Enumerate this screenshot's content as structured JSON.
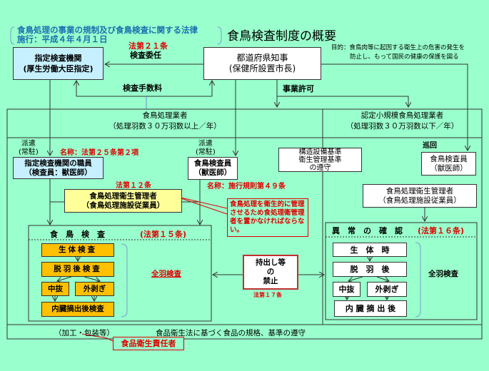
{
  "law": {
    "name": "食鳥処理の事業の規制及び食鳥検査に関する法律",
    "enforcement": "施行：平成４年４月１日"
  },
  "title": "食鳥検査制度の概要",
  "purpose": {
    "line1": "目的：食鳥肉等に起因する衛生上の危害の発生を",
    "line2": "防止し、もって国民の健康の保護を図る"
  },
  "delegation": {
    "law": "法第２１条",
    "label": "検査委任"
  },
  "designated_agency": {
    "name": "指定検査機関",
    "sub": "(厚生労働大臣指定)"
  },
  "governor": {
    "name": "都道府県知事",
    "sub": "(保健所設置市長)"
  },
  "fee_label": "検査手数料",
  "permit_label": "事業許可",
  "large_processor": {
    "name": "食鳥処理業者",
    "sub": "（処理羽数３０万羽数以上／年）"
  },
  "small_processor": {
    "name": "認定小規模食鳥処理業者",
    "sub": "（処理羽数３０万羽数以下／年）"
  },
  "dispatch_left": {
    "line1": "派遣",
    "line2": "(常駐)"
  },
  "dispatch_mid": {
    "line1": "派遣",
    "line2": "(常駐)"
  },
  "name_law_25": "名称：法第２５条第２項",
  "agency_staff": {
    "name": "指定検査機関の職員",
    "sub": "（検査員：獣医師）"
  },
  "inspector_mid": {
    "name": "食鳥検査員",
    "sub": "（獣医師）"
  },
  "name_rule_49": "名称：施行規則第４９条",
  "standards": {
    "line1": "構造設備基準",
    "line2": "衛生管理基準",
    "line3": "の遵守"
  },
  "patrol": "巡回",
  "inspector_right": {
    "name": "食鳥検査員",
    "sub": "（獣医師）"
  },
  "law_12": "法第１２条",
  "hygiene_manager_left": {
    "name": "食鳥処理衛生管理者",
    "sub": "（食鳥処理施設従業員）"
  },
  "callout": "食鳥処理を衛生的に管理させるため食処理衛管理者を置かなければならない。",
  "hygiene_manager_right": {
    "name": "食鳥処理衛生管理者",
    "sub": "（食鳥処理施設従業員）"
  },
  "inspection": {
    "title": "食　鳥　検　査",
    "law": "(法第１５条)",
    "steps": [
      "生体検査",
      "脱羽後検査",
      "中抜",
      "外剥ぎ",
      "内臓摘出後検査"
    ],
    "scope": "全羽検査"
  },
  "prohibition": {
    "line1": "持出し等",
    "line2": "の",
    "line3": "禁止",
    "law": "法第１７条"
  },
  "abnormality": {
    "title": "異　常　の　確　認",
    "law": "(法第１６条)",
    "steps": [
      "生　体　時",
      "脱　羽　後",
      "中抜",
      "外剥ぎ",
      "内 臓 摘 出 後"
    ],
    "scope": "全羽検査"
  },
  "bottom": {
    "processing": "（加工・包装等）",
    "compliance": "食品衛生法に基づく食品の規格、基準の遵守",
    "manager": "食品衛生責任者"
  }
}
